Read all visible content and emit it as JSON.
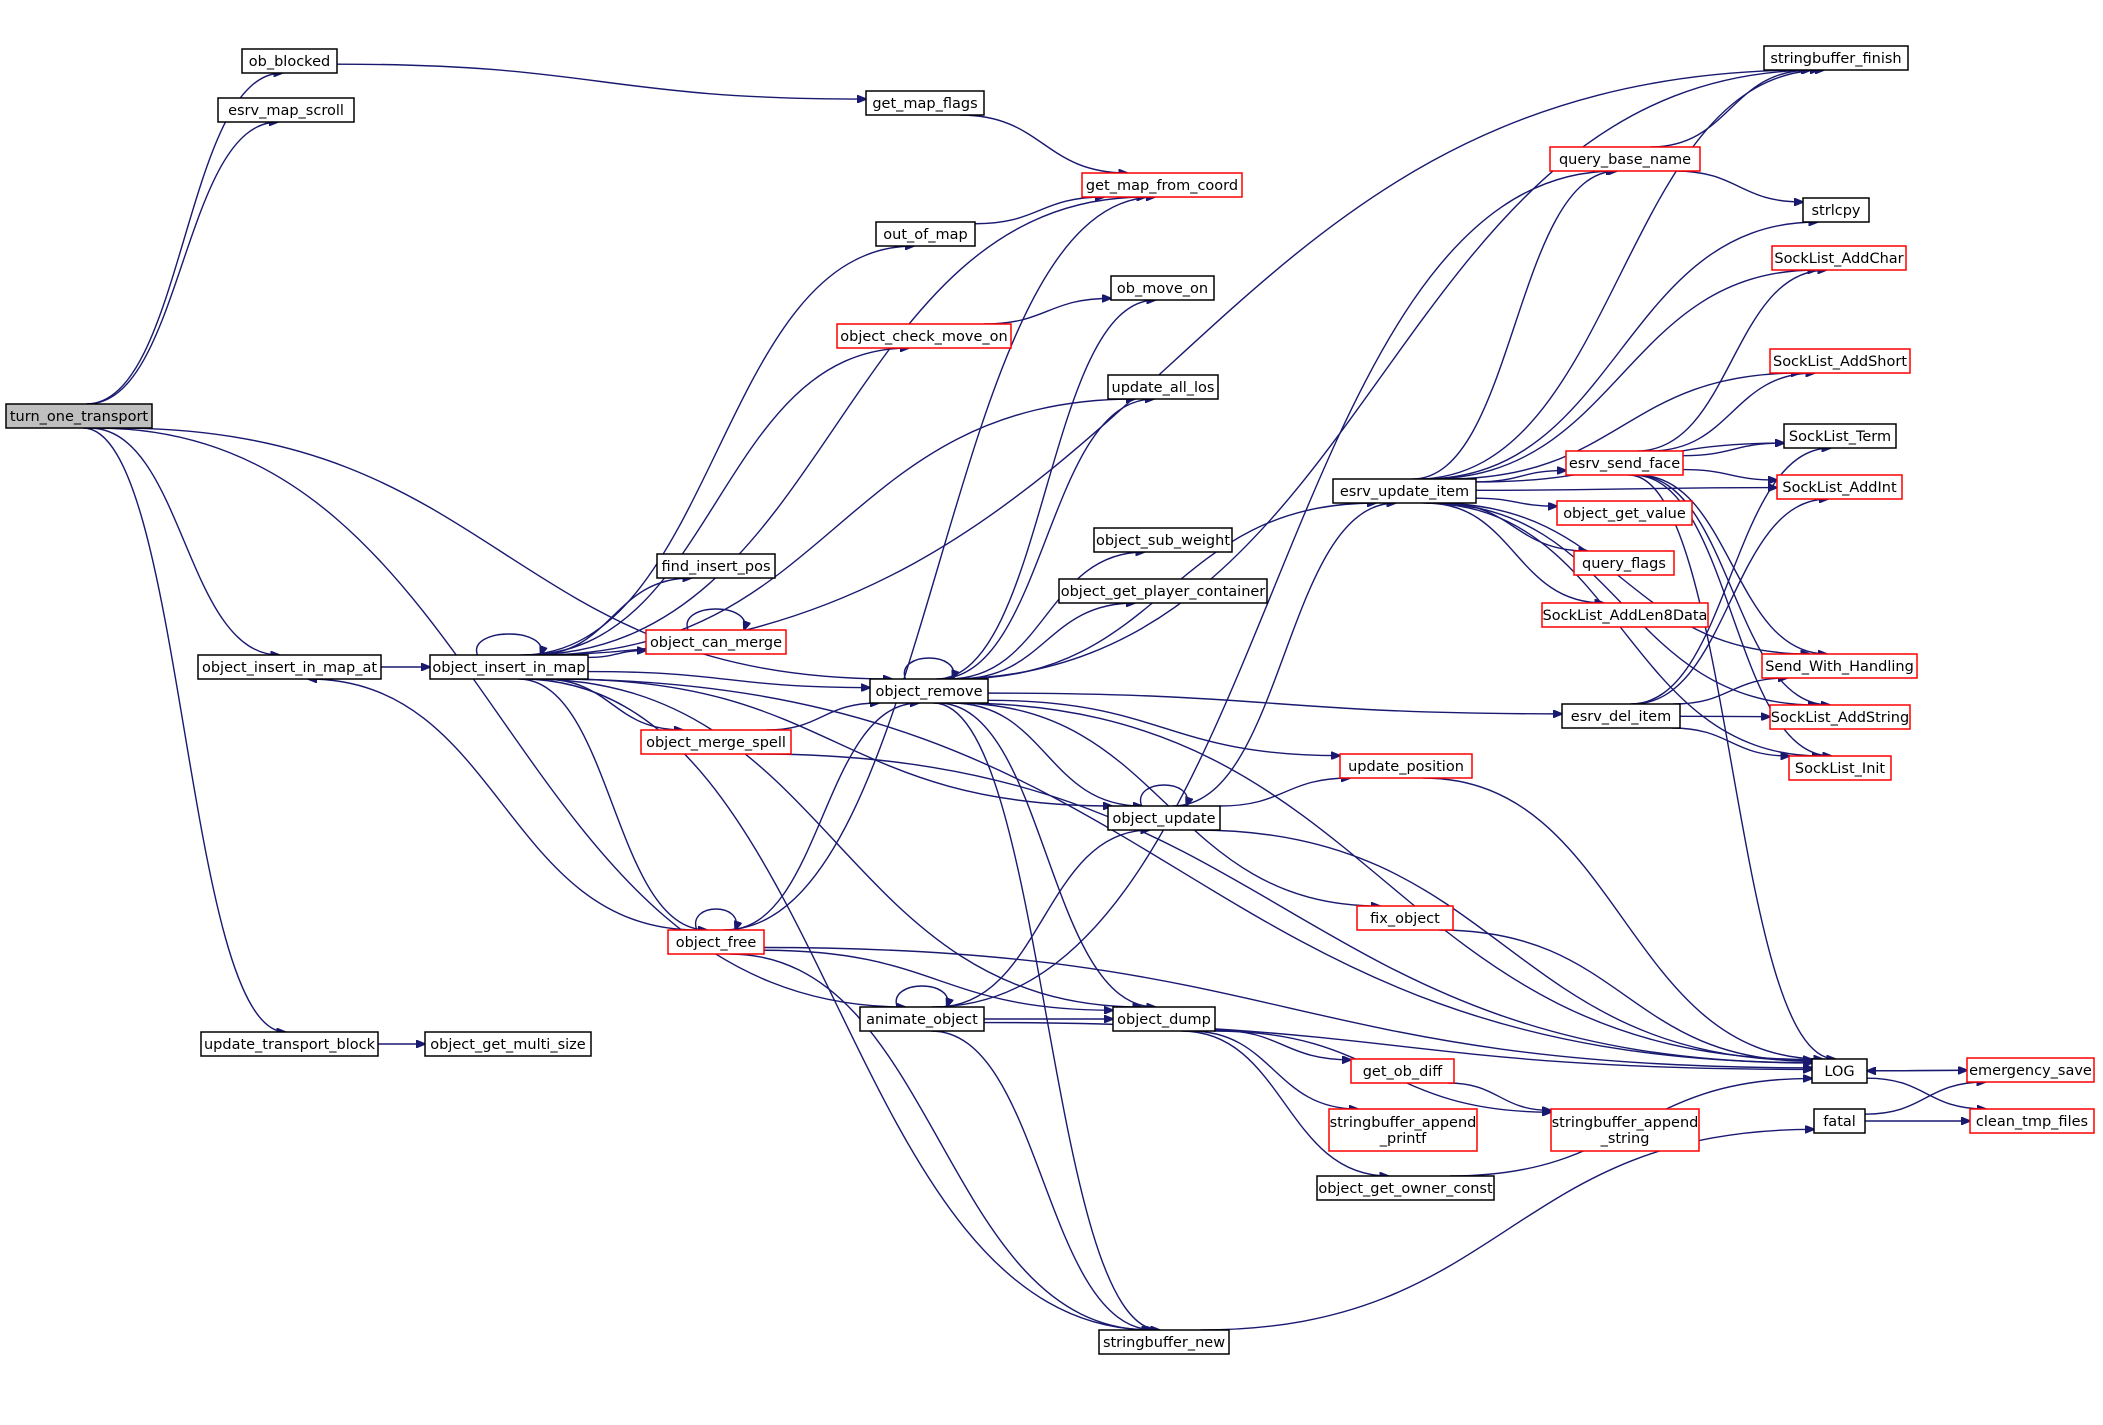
{
  "colors": {
    "edge": "#191970",
    "node_border_defined": "#000000",
    "node_border_external": "#ff0000",
    "root_fill": "#bfbfbf",
    "node_fill": "#ffffff"
  },
  "nodes": {
    "turn_one_transport": {
      "lines": [
        "turn_one_transport"
      ],
      "root": true
    },
    "ob_blocked": {
      "lines": [
        "ob_blocked"
      ]
    },
    "esrv_map_scroll": {
      "lines": [
        "esrv_map_scroll"
      ]
    },
    "object_insert_in_map_at": {
      "lines": [
        "object_insert_in_map_at"
      ]
    },
    "update_transport_block": {
      "lines": [
        "update_transport_block"
      ]
    },
    "object_get_multi_size": {
      "lines": [
        "object_get_multi_size"
      ]
    },
    "object_insert_in_map": {
      "lines": [
        "object_insert_in_map"
      ]
    },
    "get_map_flags": {
      "lines": [
        "get_map_flags"
      ]
    },
    "out_of_map": {
      "lines": [
        "out_of_map"
      ]
    },
    "object_check_move_on": {
      "lines": [
        "object_check_move_on"
      ],
      "external": true
    },
    "find_insert_pos": {
      "lines": [
        "find_insert_pos"
      ]
    },
    "object_can_merge": {
      "lines": [
        "object_can_merge"
      ],
      "external": true
    },
    "object_merge_spell": {
      "lines": [
        "object_merge_spell"
      ],
      "external": true
    },
    "object_free": {
      "lines": [
        "object_free"
      ],
      "external": true
    },
    "animate_object": {
      "lines": [
        "animate_object"
      ]
    },
    "get_map_from_coord": {
      "lines": [
        "get_map_from_coord"
      ],
      "external": true
    },
    "ob_move_on": {
      "lines": [
        "ob_move_on"
      ]
    },
    "update_all_los": {
      "lines": [
        "update_all_los"
      ]
    },
    "object_sub_weight": {
      "lines": [
        "object_sub_weight"
      ]
    },
    "object_get_player_container": {
      "lines": [
        "object_get_player_container"
      ]
    },
    "object_remove": {
      "lines": [
        "object_remove"
      ]
    },
    "object_update": {
      "lines": [
        "object_update"
      ]
    },
    "object_dump": {
      "lines": [
        "object_dump"
      ]
    },
    "stringbuffer_new": {
      "lines": [
        "stringbuffer_new"
      ]
    },
    "stringbuffer_finish": {
      "lines": [
        "stringbuffer_finish"
      ]
    },
    "query_base_name": {
      "lines": [
        "query_base_name"
      ],
      "external": true
    },
    "strlcpy": {
      "lines": [
        "strlcpy"
      ]
    },
    "esrv_update_item": {
      "lines": [
        "esrv_update_item"
      ]
    },
    "esrv_del_item": {
      "lines": [
        "esrv_del_item"
      ]
    },
    "update_position": {
      "lines": [
        "update_position"
      ],
      "external": true
    },
    "fix_object": {
      "lines": [
        "fix_object"
      ],
      "external": true
    },
    "get_ob_diff": {
      "lines": [
        "get_ob_diff"
      ],
      "external": true
    },
    "stringbuffer_append_printf": {
      "lines": [
        "stringbuffer_append",
        "_printf"
      ],
      "external": true
    },
    "stringbuffer_append_string": {
      "lines": [
        "stringbuffer_append",
        "_string"
      ],
      "external": true
    },
    "object_get_owner_const": {
      "lines": [
        "object_get_owner_const"
      ]
    },
    "esrv_send_face": {
      "lines": [
        "esrv_send_face"
      ],
      "external": true
    },
    "object_get_value": {
      "lines": [
        "object_get_value"
      ],
      "external": true
    },
    "query_flags": {
      "lines": [
        "query_flags"
      ],
      "external": true
    },
    "SockList_AddLen8Data": {
      "lines": [
        "SockList_AddLen8Data"
      ],
      "external": true
    },
    "SockList_AddChar": {
      "lines": [
        "SockList_AddChar"
      ],
      "external": true
    },
    "SockList_AddShort": {
      "lines": [
        "SockList_AddShort"
      ],
      "external": true
    },
    "SockList_Term": {
      "lines": [
        "SockList_Term"
      ]
    },
    "SockList_AddInt": {
      "lines": [
        "SockList_AddInt"
      ],
      "external": true
    },
    "Send_With_Handling": {
      "lines": [
        "Send_With_Handling"
      ],
      "external": true
    },
    "SockList_AddString": {
      "lines": [
        "SockList_AddString"
      ],
      "external": true
    },
    "SockList_Init": {
      "lines": [
        "SockList_Init"
      ],
      "external": true
    },
    "LOG": {
      "lines": [
        "LOG"
      ]
    },
    "fatal": {
      "lines": [
        "fatal"
      ]
    },
    "emergency_save": {
      "lines": [
        "emergency_save"
      ],
      "external": true
    },
    "clean_tmp_files": {
      "lines": [
        "clean_tmp_files"
      ],
      "external": true
    }
  },
  "edges": [
    [
      "turn_one_transport",
      "ob_blocked"
    ],
    [
      "turn_one_transport",
      "esrv_map_scroll"
    ],
    [
      "turn_one_transport",
      "object_insert_in_map_at"
    ],
    [
      "turn_one_transport",
      "object_remove"
    ],
    [
      "turn_one_transport",
      "animate_object"
    ],
    [
      "turn_one_transport",
      "update_transport_block"
    ],
    [
      "ob_blocked",
      "get_map_flags"
    ],
    [
      "get_map_flags",
      "get_map_from_coord"
    ],
    [
      "out_of_map",
      "get_map_from_coord"
    ],
    [
      "object_insert_in_map_at",
      "object_insert_in_map"
    ],
    [
      "update_transport_block",
      "object_get_multi_size"
    ],
    [
      "object_insert_in_map",
      "object_insert_in_map"
    ],
    [
      "object_insert_in_map",
      "get_map_from_coord"
    ],
    [
      "object_insert_in_map",
      "out_of_map"
    ],
    [
      "object_insert_in_map",
      "object_check_move_on"
    ],
    [
      "object_insert_in_map",
      "update_all_los"
    ],
    [
      "object_insert_in_map",
      "find_insert_pos"
    ],
    [
      "object_insert_in_map",
      "object_can_merge"
    ],
    [
      "object_insert_in_map",
      "object_remove"
    ],
    [
      "object_insert_in_map",
      "object_merge_spell"
    ],
    [
      "object_insert_in_map",
      "object_update"
    ],
    [
      "object_insert_in_map",
      "object_free"
    ],
    [
      "object_insert_in_map",
      "object_dump"
    ],
    [
      "object_insert_in_map",
      "stringbuffer_new"
    ],
    [
      "object_insert_in_map",
      "stringbuffer_finish"
    ],
    [
      "object_insert_in_map",
      "LOG"
    ],
    [
      "object_can_merge",
      "object_can_merge"
    ],
    [
      "object_check_move_on",
      "ob_move_on"
    ],
    [
      "object_merge_spell",
      "object_remove"
    ],
    [
      "object_merge_spell",
      "LOG"
    ],
    [
      "object_free",
      "object_free"
    ],
    [
      "object_free",
      "object_insert_in_map_at"
    ],
    [
      "object_free",
      "object_remove"
    ],
    [
      "object_free",
      "get_map_from_coord"
    ],
    [
      "object_free",
      "object_dump"
    ],
    [
      "object_free",
      "stringbuffer_new"
    ],
    [
      "object_free",
      "LOG"
    ],
    [
      "animate_object",
      "animate_object"
    ],
    [
      "animate_object",
      "object_update"
    ],
    [
      "animate_object",
      "object_dump"
    ],
    [
      "animate_object",
      "stringbuffer_new"
    ],
    [
      "animate_object",
      "query_base_name"
    ],
    [
      "animate_object",
      "LOG"
    ],
    [
      "object_remove",
      "object_remove"
    ],
    [
      "object_remove",
      "ob_move_on"
    ],
    [
      "object_remove",
      "update_all_los"
    ],
    [
      "object_remove",
      "object_sub_weight"
    ],
    [
      "object_remove",
      "object_get_player_container"
    ],
    [
      "object_remove",
      "esrv_update_item"
    ],
    [
      "object_remove",
      "esrv_del_item"
    ],
    [
      "object_remove",
      "update_position"
    ],
    [
      "object_remove",
      "object_update"
    ],
    [
      "object_remove",
      "fix_object"
    ],
    [
      "object_remove",
      "object_dump"
    ],
    [
      "object_remove",
      "stringbuffer_new"
    ],
    [
      "object_remove",
      "stringbuffer_finish"
    ],
    [
      "object_remove",
      "LOG"
    ],
    [
      "object_update",
      "object_update"
    ],
    [
      "object_update",
      "update_position"
    ],
    [
      "object_update",
      "esrv_update_item"
    ],
    [
      "object_update",
      "LOG"
    ],
    [
      "update_position",
      "LOG"
    ],
    [
      "fix_object",
      "LOG"
    ],
    [
      "object_dump",
      "get_ob_diff"
    ],
    [
      "object_dump",
      "stringbuffer_append_printf"
    ],
    [
      "object_dump",
      "stringbuffer_append_string"
    ],
    [
      "object_dump",
      "object_get_owner_const"
    ],
    [
      "get_ob_diff",
      "stringbuffer_append_string"
    ],
    [
      "object_get_owner_const",
      "LOG"
    ],
    [
      "stringbuffer_new",
      "fatal"
    ],
    [
      "query_base_name",
      "stringbuffer_finish"
    ],
    [
      "query_base_name",
      "strlcpy"
    ],
    [
      "esrv_update_item",
      "query_base_name"
    ],
    [
      "esrv_update_item",
      "stringbuffer_finish"
    ],
    [
      "esrv_update_item",
      "strlcpy"
    ],
    [
      "esrv_update_item",
      "SockList_AddChar"
    ],
    [
      "esrv_update_item",
      "SockList_AddShort"
    ],
    [
      "esrv_update_item",
      "SockList_Term"
    ],
    [
      "esrv_update_item",
      "SockList_AddInt"
    ],
    [
      "esrv_update_item",
      "esrv_send_face"
    ],
    [
      "esrv_update_item",
      "object_get_value"
    ],
    [
      "esrv_update_item",
      "query_flags"
    ],
    [
      "esrv_update_item",
      "SockList_AddLen8Data"
    ],
    [
      "esrv_update_item",
      "Send_With_Handling"
    ],
    [
      "esrv_update_item",
      "SockList_AddString"
    ],
    [
      "esrv_update_item",
      "SockList_Init"
    ],
    [
      "esrv_send_face",
      "SockList_AddChar"
    ],
    [
      "esrv_send_face",
      "SockList_AddShort"
    ],
    [
      "esrv_send_face",
      "SockList_Term"
    ],
    [
      "esrv_send_face",
      "SockList_AddInt"
    ],
    [
      "esrv_send_face",
      "Send_With_Handling"
    ],
    [
      "esrv_send_face",
      "SockList_AddString"
    ],
    [
      "esrv_send_face",
      "SockList_Init"
    ],
    [
      "esrv_send_face",
      "LOG"
    ],
    [
      "esrv_del_item",
      "SockList_Term"
    ],
    [
      "esrv_del_item",
      "SockList_AddInt"
    ],
    [
      "esrv_del_item",
      "Send_With_Handling"
    ],
    [
      "esrv_del_item",
      "SockList_AddString"
    ],
    [
      "esrv_del_item",
      "SockList_Init"
    ],
    [
      "LOG",
      "emergency_save"
    ],
    [
      "LOG",
      "clean_tmp_files"
    ],
    [
      "fatal",
      "emergency_save"
    ],
    [
      "fatal",
      "clean_tmp_files"
    ],
    [
      "emergency_save",
      "LOG"
    ]
  ]
}
